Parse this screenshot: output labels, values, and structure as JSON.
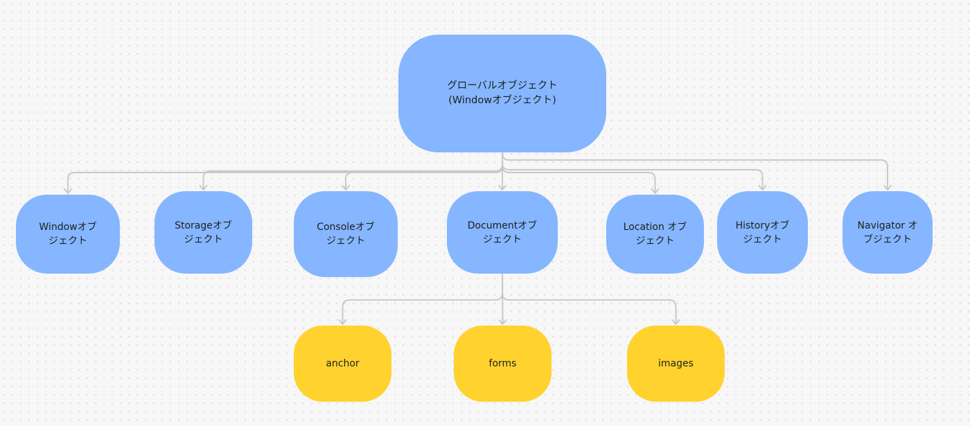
{
  "colors": {
    "object_fill": "#85b6ff",
    "collection_fill": "#ffd22e",
    "connector": "#c9c9c9",
    "text": "#1e1e1e"
  },
  "nodes": {
    "root": {
      "label": "グローバルオブジェクト\n(Windowオブジェクト)",
      "color": "object_fill"
    },
    "window": {
      "label": "Windowオブ\nジェクト",
      "color": "object_fill"
    },
    "storage": {
      "label": "Storageオブ\nジェクト",
      "color": "object_fill"
    },
    "console": {
      "label": "Consoleオブ\nジェクト",
      "color": "object_fill"
    },
    "document": {
      "label": "Documentオブ\nジェクト",
      "color": "object_fill"
    },
    "location": {
      "label": "Location オブ\nジェクト",
      "color": "object_fill"
    },
    "history": {
      "label": "Historyオブ\nジェクト",
      "color": "object_fill"
    },
    "navigator": {
      "label": "Navigator オ\nブジェクト",
      "color": "object_fill"
    },
    "anchor": {
      "label": "anchor",
      "color": "collection_fill"
    },
    "forms": {
      "label": "forms",
      "color": "collection_fill"
    },
    "images": {
      "label": "images",
      "color": "collection_fill"
    }
  },
  "edges": [
    {
      "from": "root",
      "to": "window"
    },
    {
      "from": "root",
      "to": "storage"
    },
    {
      "from": "root",
      "to": "console"
    },
    {
      "from": "root",
      "to": "document"
    },
    {
      "from": "root",
      "to": "location"
    },
    {
      "from": "root",
      "to": "history"
    },
    {
      "from": "root",
      "to": "navigator"
    },
    {
      "from": "document",
      "to": "anchor"
    },
    {
      "from": "document",
      "to": "forms"
    },
    {
      "from": "document",
      "to": "images"
    }
  ]
}
